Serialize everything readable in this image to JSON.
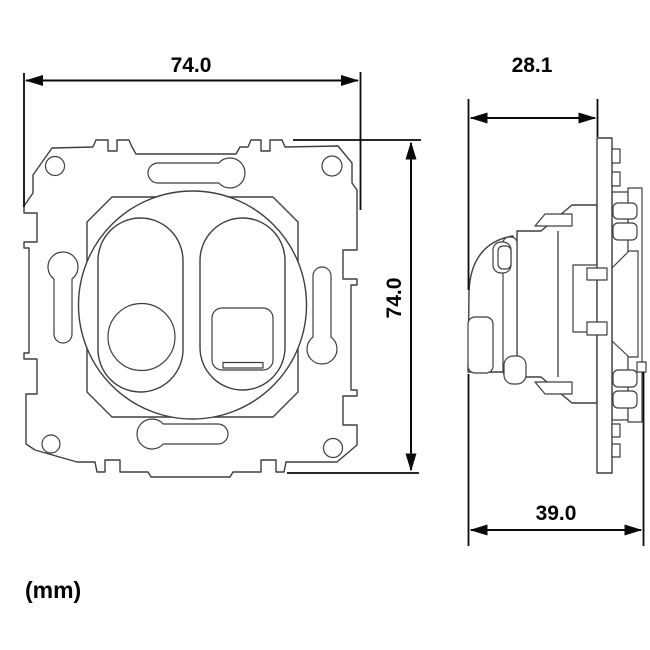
{
  "drawing": {
    "unit_label": "(mm)",
    "views": {
      "front": {
        "name": "front-view-mounting-frame",
        "width_mm": "74.0",
        "height_mm": "74.0"
      },
      "side": {
        "name": "side-view-profile",
        "mounting_depth_mm": "28.1",
        "total_depth_mm": "39.0"
      }
    },
    "colors": {
      "background": "#ffffff",
      "outline": "#3f3f3f",
      "dimension": "#0a0a0a"
    }
  }
}
